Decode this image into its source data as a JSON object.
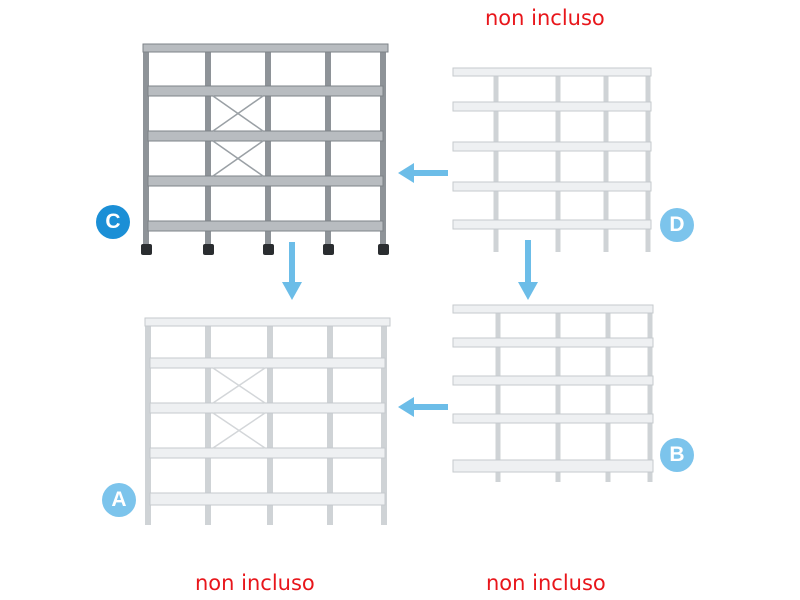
{
  "captions": {
    "top": "non incluso",
    "bottom_left": "non incluso",
    "bottom_right": "non incluso"
  },
  "badges": {
    "a": "A",
    "b": "B",
    "c": "C",
    "d": "D"
  },
  "colors": {
    "caption": "#e8161b",
    "badge_dark": "#1b8fd6",
    "badge_light": "#7cc4ec",
    "arrow": "#6cbde8",
    "shelf_gray": "#8e9398",
    "shelf_white": "#dfe2e5"
  },
  "icons": {
    "arrow_icon": "arrow"
  }
}
